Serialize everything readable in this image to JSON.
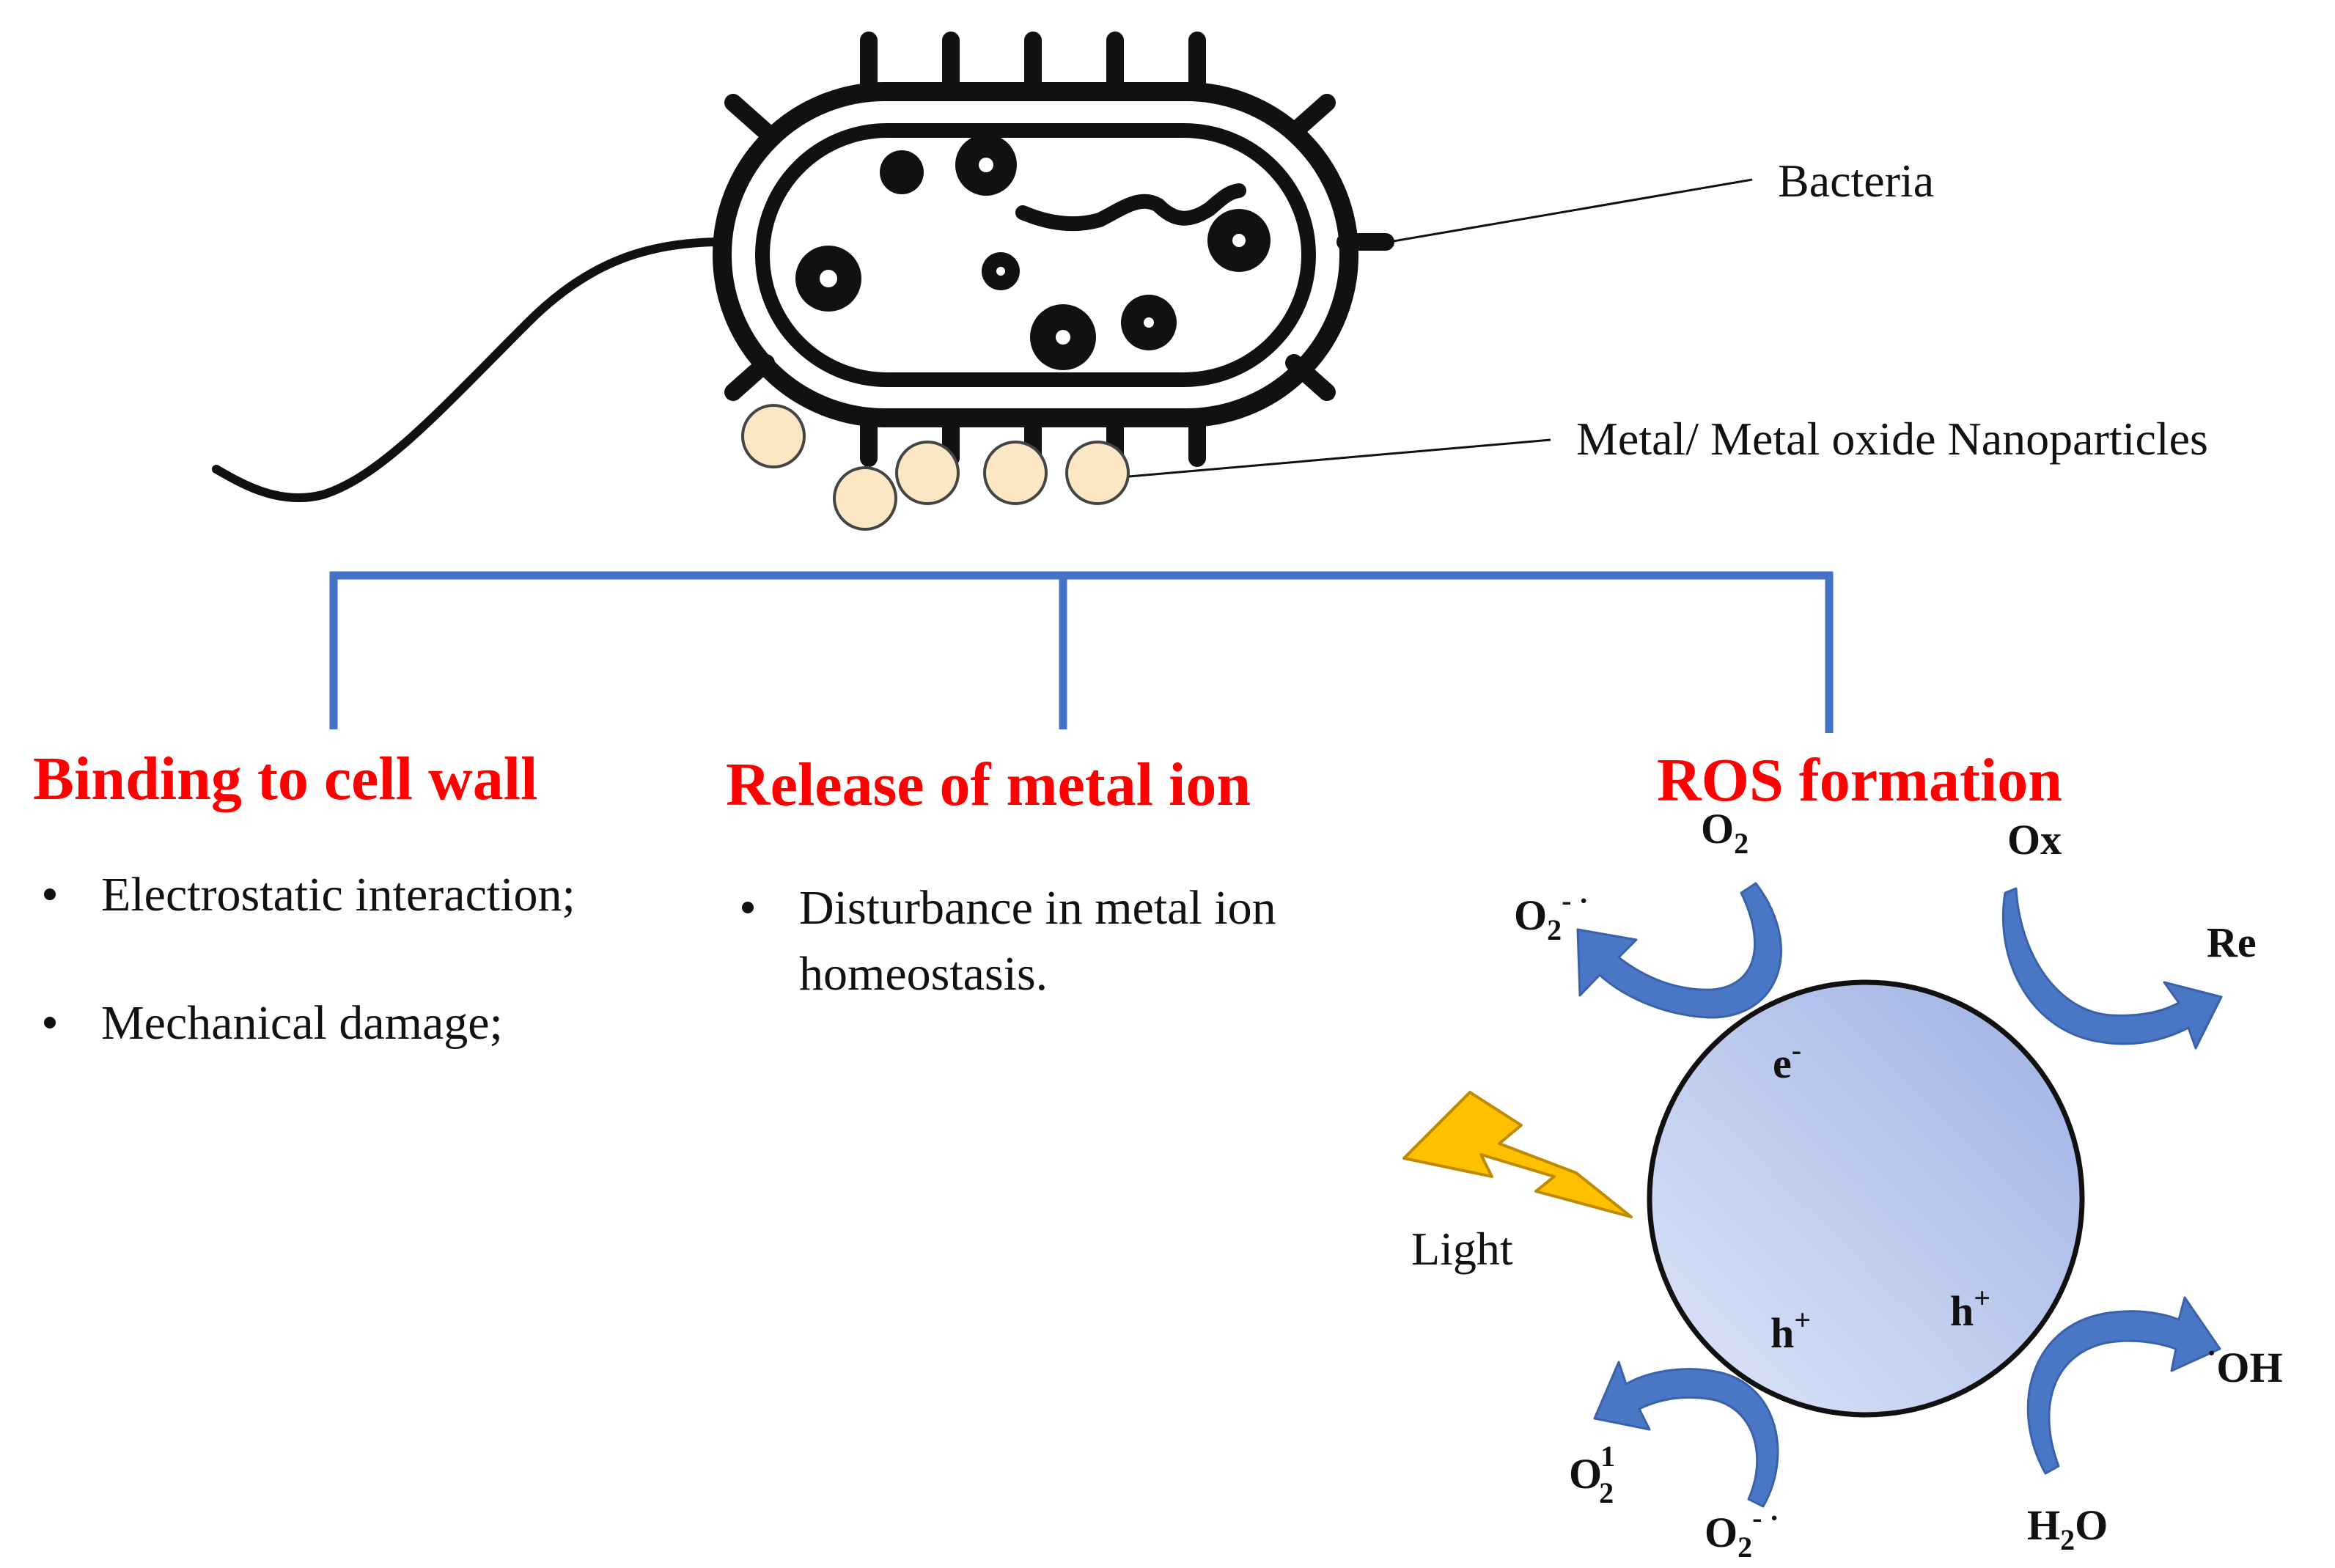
{
  "colors": {
    "heading": "#ff0000",
    "bracket": "#4472c4",
    "arrow": "#4a76c6",
    "particle": "#fbe7c3",
    "outline": "#111111",
    "lightning": "#ffc000",
    "sphere_light": "#dfe6f8",
    "sphere_dark": "#9db0e4"
  },
  "labels": {
    "bacteria": "Bacteria",
    "nanoparticles": "Metal/ Metal oxide Nanoparticles",
    "light": "Light"
  },
  "columns": [
    {
      "heading": "Binding to cell wall",
      "bullets": [
        "Electrostatic interaction;",
        "Mechanical damage;"
      ]
    },
    {
      "heading": "Release of metal ion",
      "bullets": [
        "Disturbance in metal ion",
        "homeostasis."
      ]
    },
    {
      "heading": "ROS formation",
      "bullets": []
    }
  ],
  "ros": {
    "o2": {
      "main": "O",
      "sub": "2"
    },
    "superoxide_top": {
      "main": "O",
      "sub": "2",
      "sup": "- ·"
    },
    "ox": "Ox",
    "re": "Re",
    "electron": {
      "main": "e",
      "sup": "-"
    },
    "hole_left": {
      "main": "h",
      "sup": "+"
    },
    "hole_right": {
      "main": "h",
      "sup": "+"
    },
    "hydroxyl": {
      "dot": "·",
      "main": "OH"
    },
    "singlet_oxygen": {
      "main": "O",
      "sub": "2",
      "sup": "1"
    },
    "superoxide_bottom": {
      "main": "O",
      "sub": "2",
      "sup": "- ·"
    },
    "water": {
      "main": "H",
      "sub": "2",
      "tail": "O"
    }
  }
}
